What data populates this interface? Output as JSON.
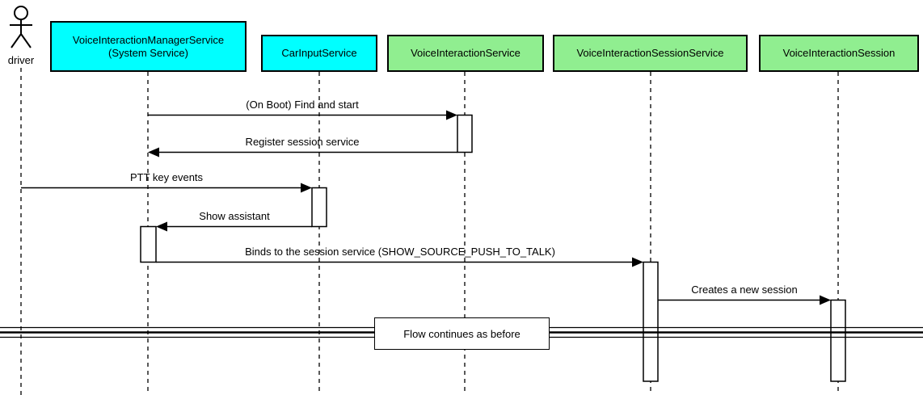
{
  "diagram": {
    "type": "uml-sequence-diagram",
    "actor": {
      "label": "driver"
    },
    "participants": [
      {
        "label": "VoiceInteractionManagerService",
        "sublabel": "(System Service)",
        "fill": "#00ffff"
      },
      {
        "label": "CarInputService",
        "fill": "#00ffff"
      },
      {
        "label": "VoiceInteractionService",
        "fill": "#90ee90"
      },
      {
        "label": "VoiceInteractionSessionService",
        "fill": "#90ee90"
      },
      {
        "label": "VoiceInteractionSession",
        "fill": "#90ee90"
      }
    ],
    "messages": [
      {
        "from": "VoiceInteractionManagerService",
        "to": "VoiceInteractionService",
        "label": "(On Boot) Find and start"
      },
      {
        "from": "VoiceInteractionService",
        "to": "VoiceInteractionManagerService",
        "label": "Register session service"
      },
      {
        "from": "driver",
        "to": "CarInputService",
        "label": "PTT key events"
      },
      {
        "from": "CarInputService",
        "to": "VoiceInteractionManagerService",
        "label": "Show assistant"
      },
      {
        "from": "VoiceInteractionManagerService",
        "to": "VoiceInteractionSessionService",
        "label": "Binds to the session service (SHOW_SOURCE_PUSH_TO_TALK)"
      },
      {
        "from": "VoiceInteractionSessionService",
        "to": "VoiceInteractionSession",
        "label": "Creates a new session"
      }
    ],
    "divider": {
      "label": "Flow continues as before"
    },
    "colors": {
      "participant_cyan": "#00ffff",
      "participant_green": "#90ee90",
      "line": "#000000",
      "background": "#ffffff"
    }
  }
}
